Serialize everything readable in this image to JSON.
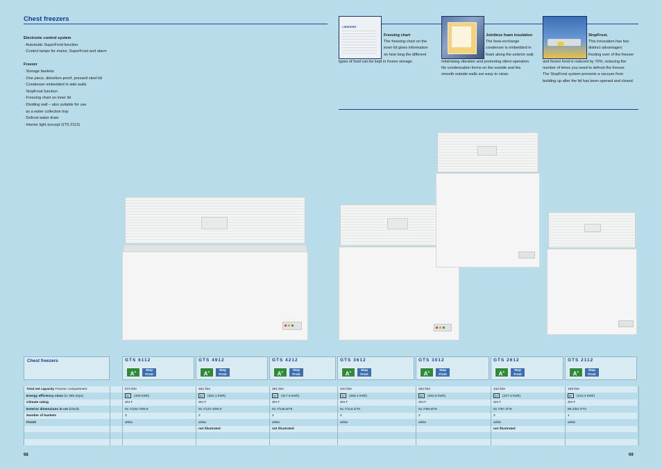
{
  "page_title": "Chest freezers",
  "features": {
    "electronic_heading": "Electronic control system",
    "electronic_items": [
      "· Automatic SuperFrost function",
      "· Control lamps for mains, SuperFrost and alarm"
    ],
    "freezer_heading": "Freezer",
    "freezer_items": [
      "· Storage baskets",
      "· One piece, distortion-proof, pressed steel lid",
      "· Condenser embedded in side walls",
      "· StopFrost function",
      "· Freezing chart on inner lid",
      "· Dividing wall – also suitable for use",
      "  as a water collection tray",
      "· Defrost water drain",
      "· Interior light (except GTS 2112)"
    ]
  },
  "info_boxes": [
    {
      "title": "Freezing chart",
      "lines": [
        "The freezing chart on the",
        "inner lid gives information",
        "on how long the different",
        "types of food can be kept in frozen storage."
      ],
      "image_label": "LIEBHERR"
    },
    {
      "title": "Jointless foam insulation",
      "lines": [
        "The heat-exchange",
        "condenser is embedded in",
        "foam along the exterior wall,",
        "minimising vibration and promoting silent operation.",
        "No condensation forms on the outside and the",
        "smooth outside walls are easy to clean."
      ]
    },
    {
      "title": "StopFrost.",
      "lines": [
        "This innovation has two",
        "distinct advantages:",
        "frosting over of the freezer",
        "and frozen food is reduced by 70%, reducing the",
        "number of times you need to defrost the freezer.",
        "The StopFrost system prevents a vacuum from",
        "building up after the lid has been opened and closed."
      ]
    }
  ],
  "table": {
    "header_label": "Chest freezers",
    "row_labels": [
      {
        "bold": "Total net capacity",
        "normal": " Freezer compartment"
      },
      {
        "bold": "Energy efficiency class",
        "normal": " (in 365 days)"
      },
      {
        "bold": "Climate rating",
        "normal": ""
      },
      {
        "bold": "Exterior dimensions in cm",
        "normal": " (h/w/d)"
      },
      {
        "bold": "Number of baskets",
        "normal": ""
      },
      {
        "bold": "Finish",
        "normal": ""
      }
    ],
    "badge_a": "A",
    "badge_stop": [
      "Stop",
      "Frost"
    ],
    "models": [
      {
        "name": "GTS 6112",
        "capacity": "572 litre",
        "energy": "(408 kWh)",
        "climate": "SN-T",
        "dims": "91.7/164.7/80.9",
        "baskets": "3",
        "finish": "white",
        "note": ""
      },
      {
        "name": "GTS 4912",
        "capacity": "481 litre",
        "energy": "(354.1 kWh)",
        "climate": "SN-T",
        "dims": "91.7/137.2/80.9",
        "baskets": "2",
        "finish": "white",
        "note": "not illustrated"
      },
      {
        "name": "GTS 4212",
        "capacity": "391 litre",
        "energy": "(317.6 kWh)",
        "climate": "SN-T",
        "dims": "91.7/128.8/76",
        "baskets": "2",
        "finish": "white",
        "note": "not illustrated"
      },
      {
        "name": "GTS 3612",
        "capacity": "334 litre",
        "energy": "(288.4 kWh)",
        "climate": "SN-T",
        "dims": "91.7/113.2/76",
        "baskets": "2",
        "finish": "white",
        "note": ""
      },
      {
        "name": "GTS 3012",
        "capacity": "284 litre",
        "energy": "(262.8 kWh)",
        "climate": "SN-T",
        "dims": "91.7/99.8/76",
        "baskets": "2",
        "finish": "white",
        "note": ""
      },
      {
        "name": "GTS 2612",
        "capacity": "242 litre",
        "energy": "(237.3 kWh)",
        "climate": "SN-T",
        "dims": "91.7/87.2/76",
        "baskets": "2",
        "finish": "white",
        "note": "not illustrated"
      },
      {
        "name": "GTS 2112",
        "capacity": "199 litre",
        "energy": "(215.4 kWh)",
        "climate": "SN-T",
        "dims": "86.2/83.7/73",
        "baskets": "1",
        "finish": "white",
        "note": ""
      }
    ]
  },
  "energy_icon": "A+",
  "page_numbers": {
    "left": "68",
    "right": "69"
  },
  "colors": {
    "background": "#b9dcea",
    "title": "#0e3a8c",
    "rule": "#1f3f8f"
  }
}
